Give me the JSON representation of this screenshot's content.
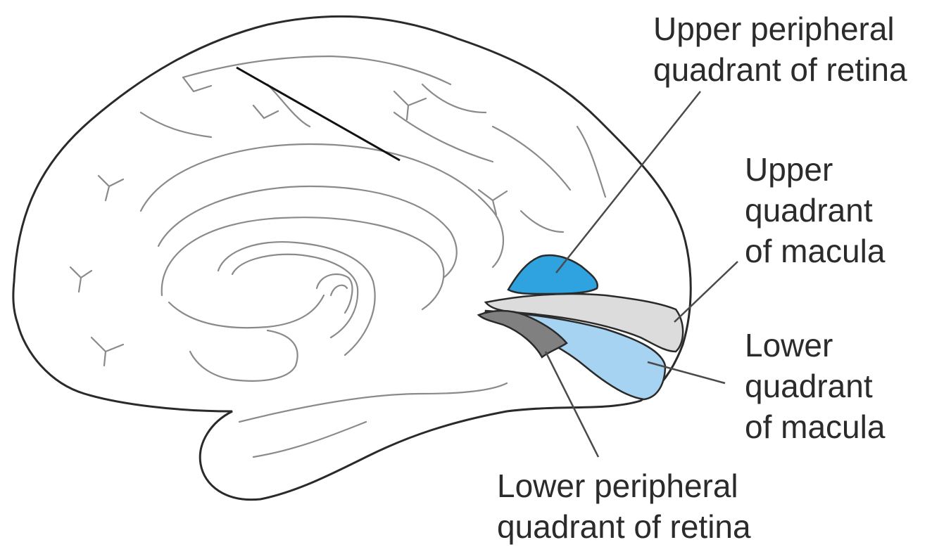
{
  "labels": {
    "upper_peripheral": [
      "Upper peripheral",
      "quadrant of retina"
    ],
    "upper_macula": [
      "Upper",
      "quadrant",
      "of macula"
    ],
    "lower_macula": [
      "Lower",
      "quadrant",
      "of macula"
    ],
    "lower_peripheral": [
      "Lower peripheral",
      "quadrant of retina"
    ]
  },
  "regions": {
    "upper_peripheral": {
      "color": "#2ea3df"
    },
    "upper_macula": {
      "color": "#dcdcdc"
    },
    "lower_macula": {
      "color": "#a7d3f2"
    },
    "lower_peripheral": {
      "color": "#808080"
    }
  },
  "colors": {
    "outline": "#2a2a2a",
    "sulci": "#8a8a8a",
    "leader": "#4a4a4a"
  }
}
